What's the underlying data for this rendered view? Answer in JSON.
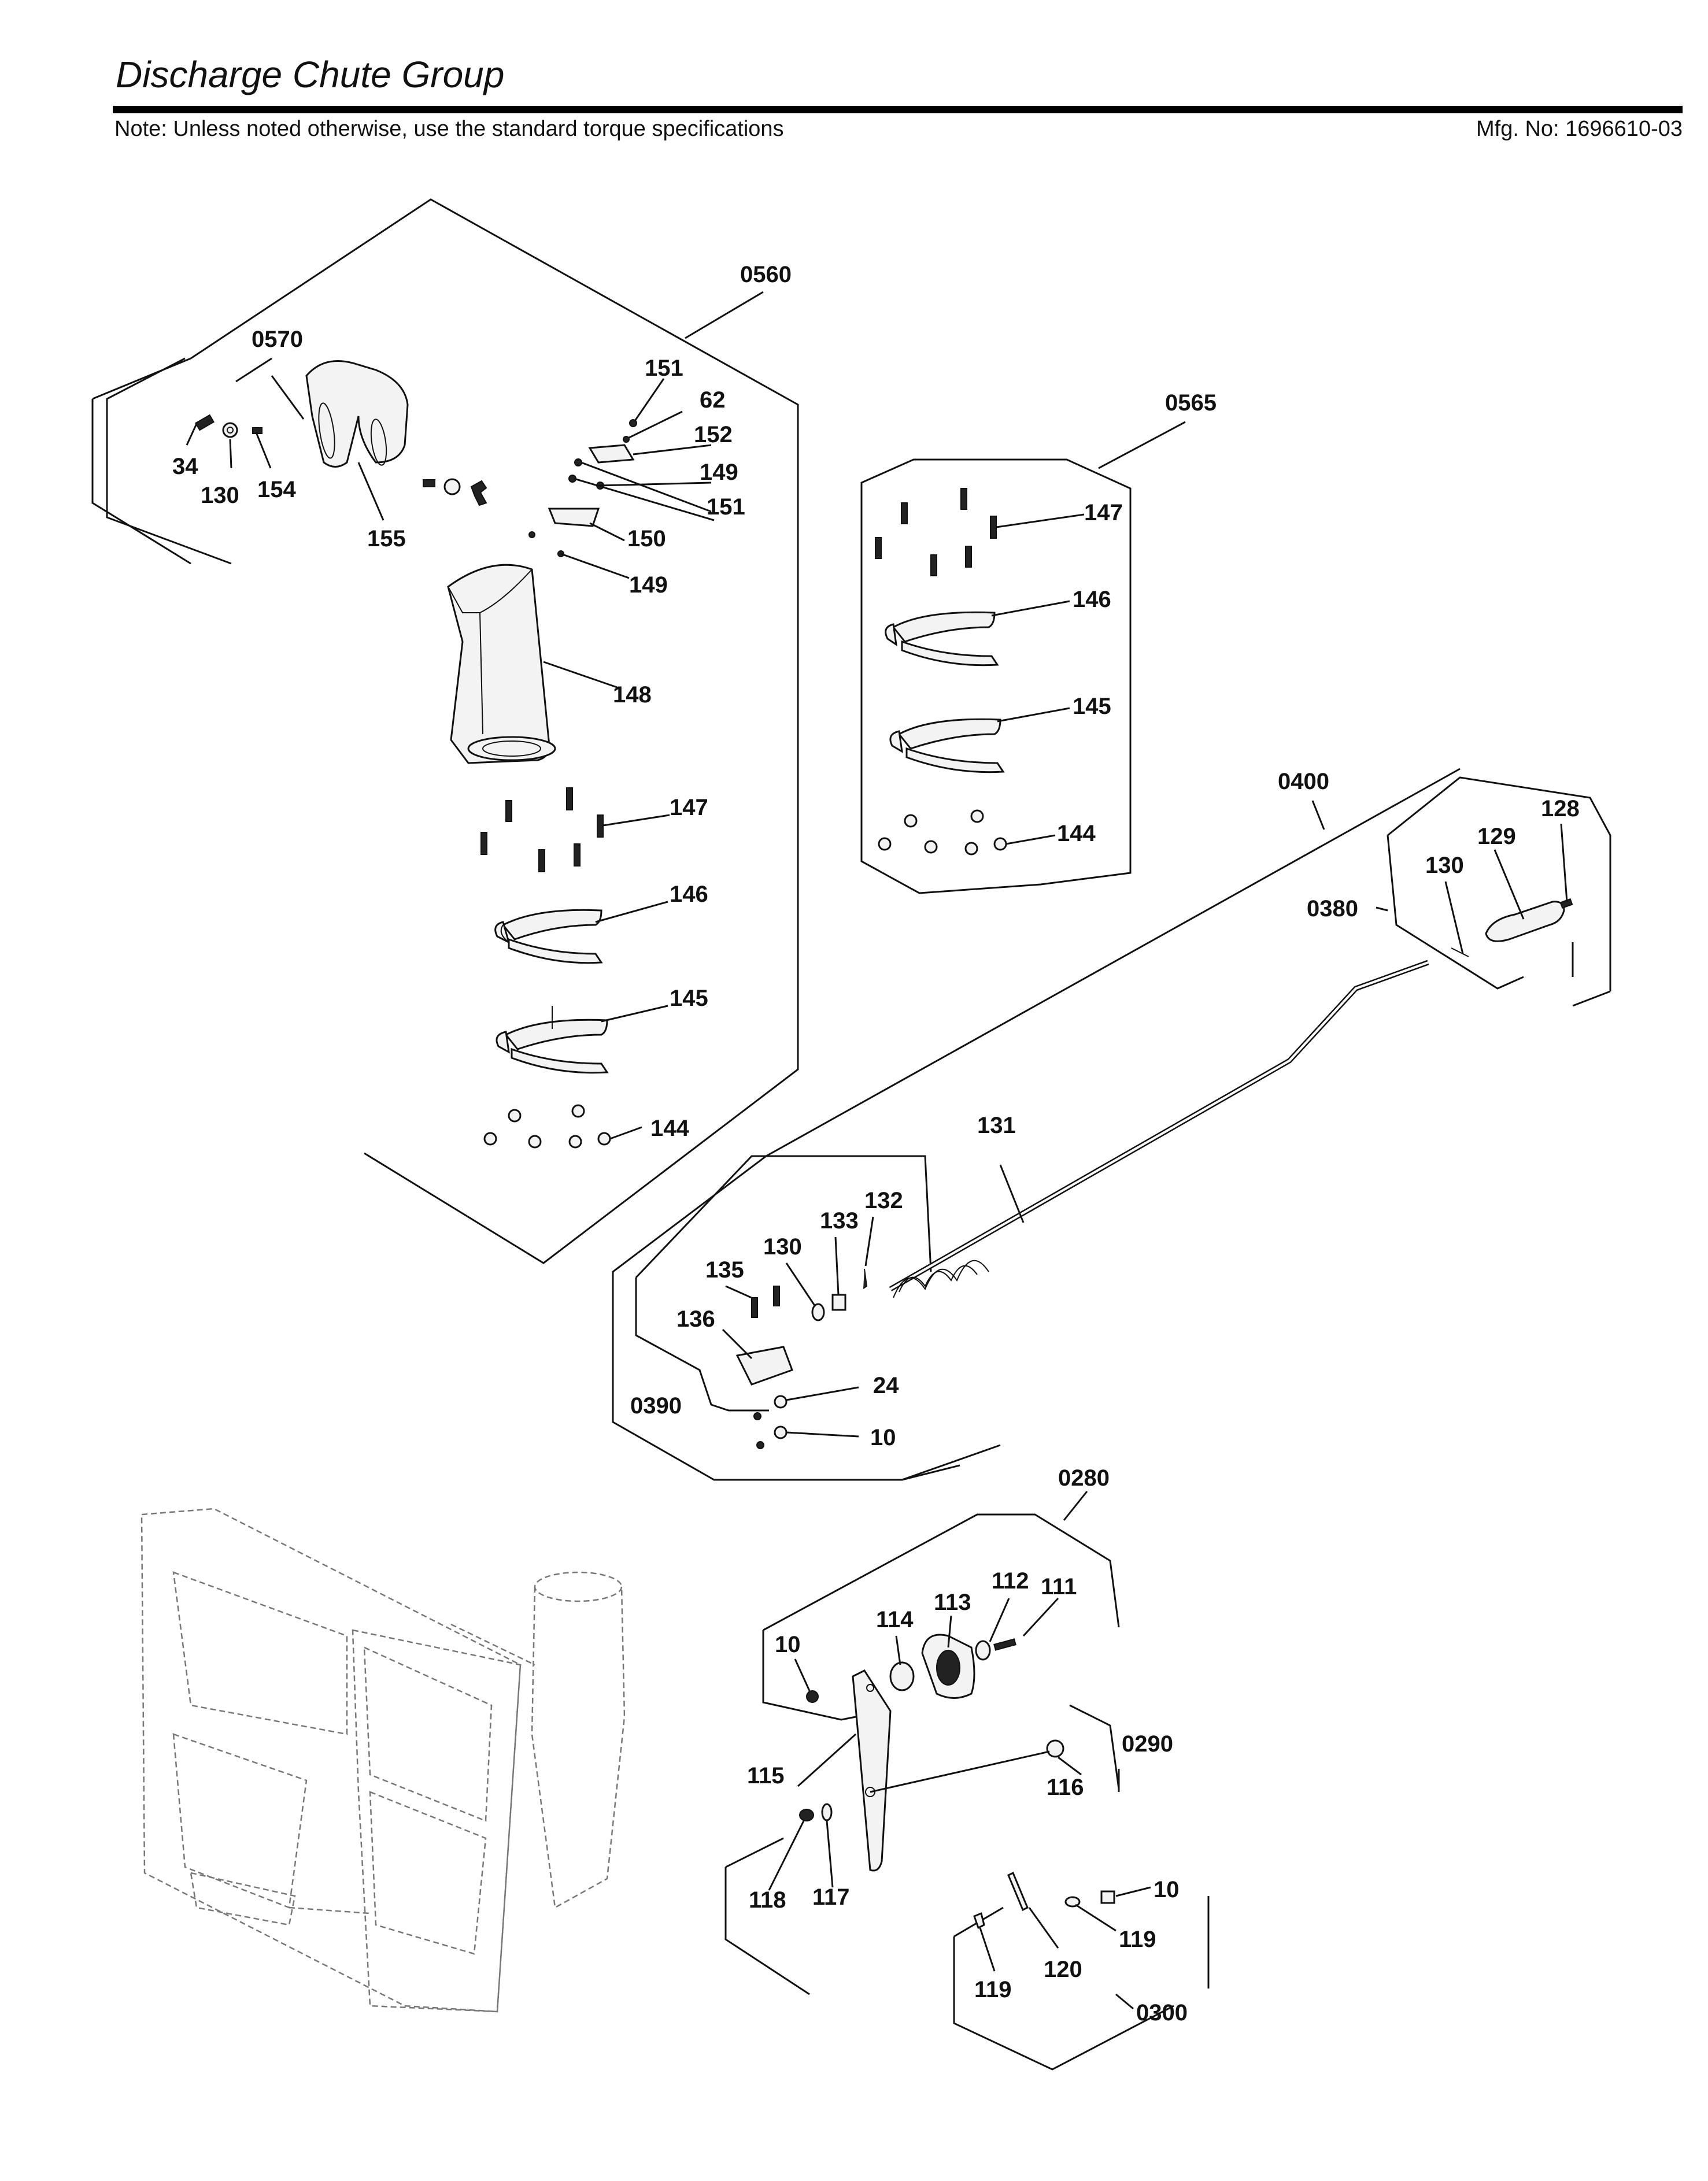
{
  "header": {
    "title": "Discharge Chute Group",
    "note": "Note: Unless noted otherwise, use the standard torque specifications",
    "mfg_no": "Mfg. No: 1696610-03"
  },
  "callouts": {
    "c0560": "0560",
    "c0570": "0570",
    "c34": "34",
    "c130a": "130",
    "c154": "154",
    "c155": "155",
    "c151a": "151",
    "c62": "62",
    "c152": "152",
    "c149a": "149",
    "c151b": "151",
    "c150": "150",
    "c149b": "149",
    "c148": "148",
    "c147a": "147",
    "c146a": "146",
    "c145a": "145",
    "c144a": "144",
    "c0565": "0565",
    "c147b": "147",
    "c146b": "146",
    "c145b": "145",
    "c144b": "144",
    "c0400": "0400",
    "c128": "128",
    "c129": "129",
    "c130b": "130",
    "c0380": "0380",
    "c131": "131",
    "c132": "132",
    "c133": "133",
    "c130c": "130",
    "c135": "135",
    "c136": "136",
    "c0390": "0390",
    "c24": "24",
    "c10a": "10",
    "c0280": "0280",
    "c112": "112",
    "c111": "111",
    "c113": "113",
    "c114": "114",
    "c10b": "10",
    "c0290": "0290",
    "c115": "115",
    "c116": "116",
    "c118": "118",
    "c117": "117",
    "c10c": "10",
    "c119a": "119",
    "c120": "120",
    "c119b": "119",
    "c0300": "0300"
  }
}
